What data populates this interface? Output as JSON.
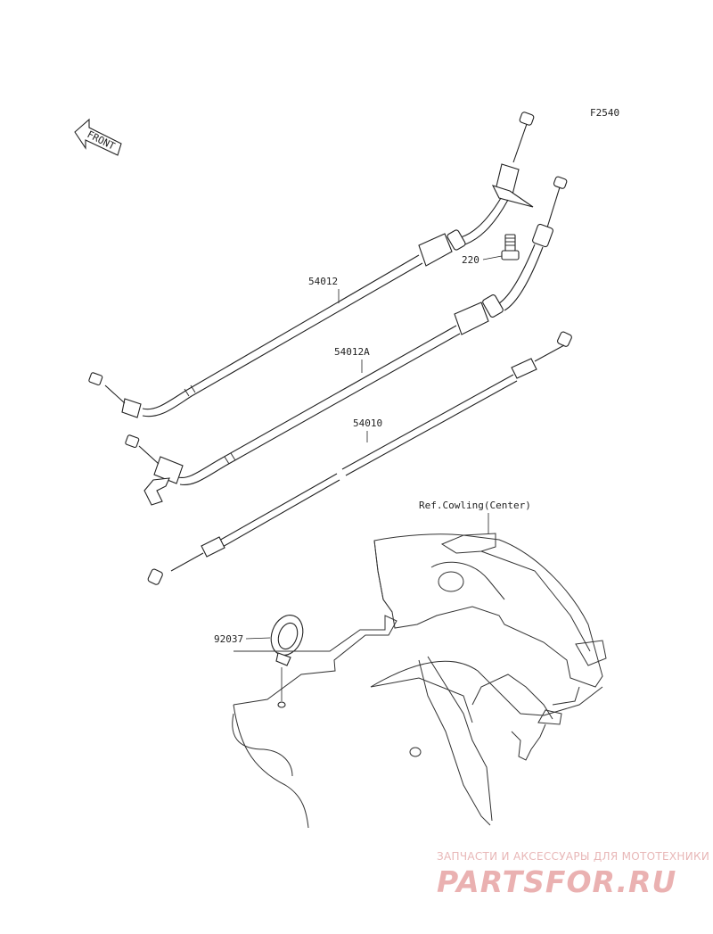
{
  "figure_code": "F2540",
  "front_arrow_label": "FRONT",
  "parts": {
    "p54012": "54012",
    "p54012A": "54012A",
    "p54010": "54010",
    "p220": "220",
    "p92037": "92037"
  },
  "reference_label": "Ref.Cowling(Center)",
  "watermark": {
    "tagline": "ЗАПЧАСТИ И АКСЕССУАРЫ ДЛЯ МОТОТЕХНИКИ",
    "brand": "PARTSFOR.RU"
  },
  "colors": {
    "line": "#222222",
    "watermark": "#e8b0b0"
  }
}
